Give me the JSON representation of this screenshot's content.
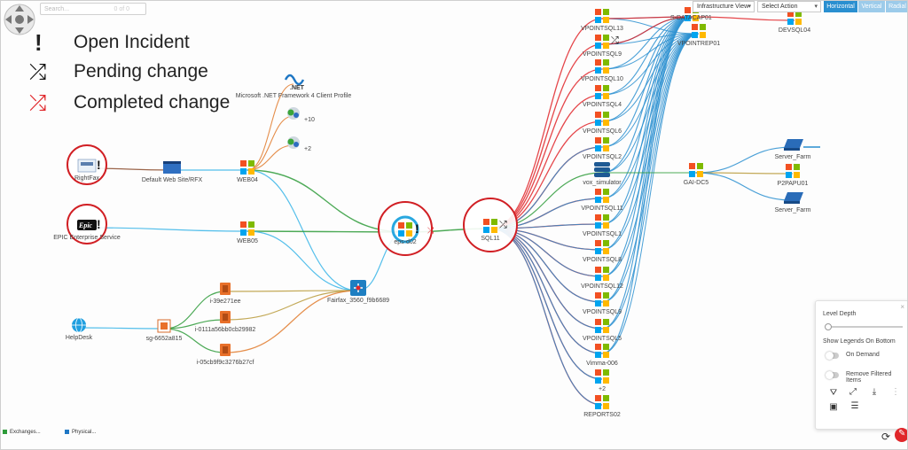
{
  "search": {
    "placeholder": "Search...",
    "count": "0 of 0"
  },
  "legend": [
    {
      "icon": "exclamation-icon",
      "label": "Open Incident"
    },
    {
      "icon": "shuffle-black-icon",
      "label": "Pending change"
    },
    {
      "icon": "shuffle-red-icon",
      "label": "Completed change"
    }
  ],
  "toolbar": {
    "view_select": "Infrastructure View",
    "action_select": "Select Action",
    "layouts": [
      "Horizontal",
      "Vertical",
      "Radial"
    ]
  },
  "nodes": [
    {
      "id": "rightfax",
      "label": "RightFax",
      "icon": "rightfax-icon",
      "incident": true
    },
    {
      "id": "default_web",
      "label": "Default Web Site/RFX",
      "icon": "website-icon"
    },
    {
      "id": "web04",
      "label": "WEB04",
      "icon": "windows-icon"
    },
    {
      "id": "netfw",
      "label": "Microsoft .NET Framework 4 Client Profile",
      "icon": "dotnet-icon"
    },
    {
      "id": "plus10",
      "label": "+10",
      "icon": "gear-group-icon"
    },
    {
      "id": "plus2a",
      "label": "+2",
      "icon": "gear-group-icon"
    },
    {
      "id": "epic",
      "label": "EPIC Enterprise Service",
      "icon": "epic-icon",
      "incident": true
    },
    {
      "id": "web05",
      "label": "WEB05",
      "icon": "windows-icon"
    },
    {
      "id": "eps",
      "label": "eps-d02",
      "icon": "windows-icon",
      "incident": true
    },
    {
      "id": "sql11",
      "label": "SQL11",
      "icon": "windows-icon",
      "change": true
    },
    {
      "id": "fairfax",
      "label": "Fairfax_3560_f9b6689",
      "icon": "switch-icon"
    },
    {
      "id": "i39",
      "label": "i-39e271ee",
      "icon": "aws-icon"
    },
    {
      "id": "i0111",
      "label": "i-0111a56bb0cb29982",
      "icon": "aws-icon"
    },
    {
      "id": "i05",
      "label": "i-05cb9f9c3276b27cf",
      "icon": "aws-icon"
    },
    {
      "id": "helpdesk",
      "label": "HelpDesk",
      "icon": "globe-icon"
    },
    {
      "id": "sg",
      "label": "sg-6652a815",
      "icon": "security-group-icon"
    },
    {
      "id": "vps13",
      "label": "VPOINTSQL13",
      "icon": "windows-icon"
    },
    {
      "id": "vpsa",
      "label": "VPOINTSQL9",
      "icon": "windows-icon",
      "change": true
    },
    {
      "id": "vps10",
      "label": "VPOINTSQL10",
      "icon": "windows-icon"
    },
    {
      "id": "vps4",
      "label": "VPOINTSQL4",
      "icon": "windows-icon"
    },
    {
      "id": "vps6",
      "label": "VPOINTSQL6",
      "icon": "windows-icon"
    },
    {
      "id": "vps2",
      "label": "VPOINTSQL2",
      "icon": "windows-icon"
    },
    {
      "id": "vox",
      "label": "vox_simulator",
      "icon": "database-icon"
    },
    {
      "id": "vps11",
      "label": "VPOINTSQL11",
      "icon": "windows-icon"
    },
    {
      "id": "vps1",
      "label": "VPOINTSQL1",
      "icon": "windows-icon"
    },
    {
      "id": "vps8",
      "label": "VPOINTSQL8",
      "icon": "windows-icon"
    },
    {
      "id": "vps12",
      "label": "VPOINTSQL12",
      "icon": "windows-icon"
    },
    {
      "id": "vps9",
      "label": "VPOINTSQL9",
      "icon": "windows-icon"
    },
    {
      "id": "vps5",
      "label": "VPOINTSQL5",
      "icon": "windows-icon"
    },
    {
      "id": "vimma",
      "label": "Vimma-006",
      "icon": "windows-icon"
    },
    {
      "id": "plus2b",
      "label": "+2",
      "icon": "windows-icon"
    },
    {
      "id": "reports",
      "label": "REPORTS02",
      "icon": "windows-icon"
    },
    {
      "id": "datacap",
      "label": "S-DATACAP01",
      "icon": "windows-icon"
    },
    {
      "id": "vpointrep",
      "label": "VPOINTREP01",
      "icon": "windows-icon"
    },
    {
      "id": "devsql",
      "label": "DEVSQL04",
      "icon": "windows-icon"
    },
    {
      "id": "gaidc",
      "label": "GAI-DC5",
      "icon": "windows-icon"
    },
    {
      "id": "farm1",
      "label": "Server_Farm",
      "icon": "server-farm-icon"
    },
    {
      "id": "p2pa",
      "label": "P2PAPU01",
      "icon": "windows-icon"
    },
    {
      "id": "farm2",
      "label": "Server_Farm",
      "icon": "server-farm-icon"
    }
  ],
  "panel": {
    "level_depth": "Level Depth",
    "show_legends": "Show Legends On Bottom",
    "on_demand": "On Demand",
    "remove_filtered": "Remove Filtered Items"
  },
  "bottom_legend": [
    {
      "label": "Exchanges...",
      "color": "#2e9b3a"
    },
    {
      "label": "Physical...",
      "color": "#1f77c4"
    }
  ],
  "colors": {
    "red": "#e0262a",
    "blue": "#2a8fd0",
    "green": "#2e9b3a",
    "orange": "#e07a2c",
    "lightblue": "#36b4e8",
    "brown": "#8a4a2a",
    "olive": "#b89a3a",
    "layout_active": "#2a8fd0",
    "layout_inactive": "#9ccbea"
  }
}
